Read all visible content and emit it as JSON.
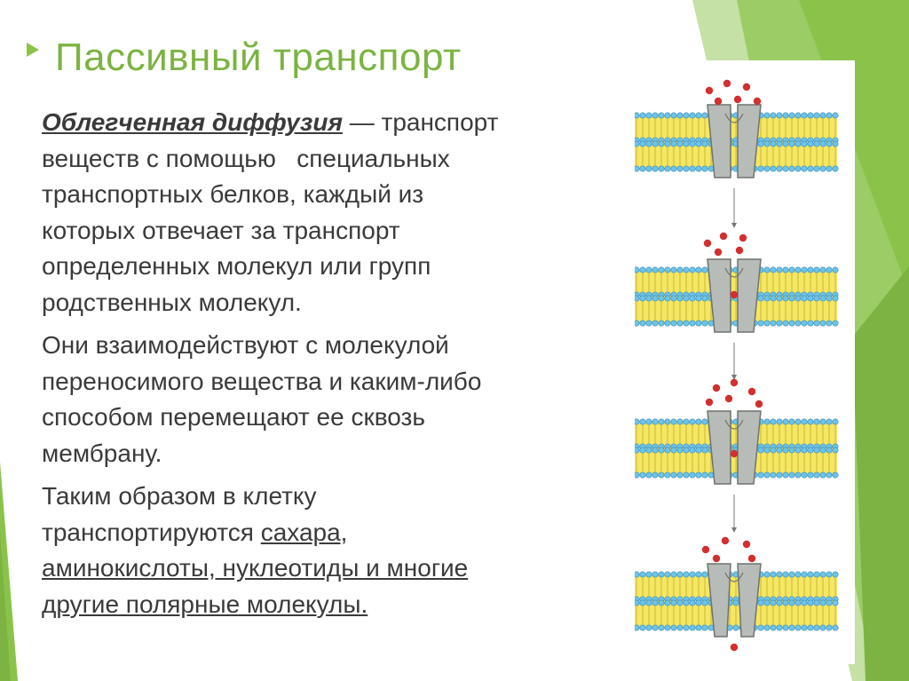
{
  "slide": {
    "title": "Пассивный транспорт",
    "paragraph1": {
      "term": "Облегченная диффузия",
      "dash": " — ",
      "lines": [
        "транспорт",
        "веществ с помощью   специальных",
        "транспортных белков, каждый из",
        "которых отвечает за транспорт",
        "определенных молекул или групп",
        "родственных молекул."
      ]
    },
    "paragraph2": {
      "lines": [
        "Они взаимодействуют с молекулой",
        "переносимого вещества и каким-либо",
        "способом перемещают ее сквозь",
        "мембрану."
      ]
    },
    "paragraph3": {
      "line1": "Таким образом в клетку",
      "line2_plain": "транспортируются ",
      "line2_link": "сахара,",
      "line3": "аминокислоты, нуклеотиды и многие",
      "line4": "другие полярные молекулы."
    }
  },
  "colors": {
    "title": "#7cb342",
    "text": "#3a3a3a",
    "accent_green": "#8bc34a",
    "light_green": "#c5e1a5",
    "lipid_yellow": "#f5e663",
    "lipid_head_blue": "#6ec3e6",
    "protein_gray": "#b8bcb8",
    "molecule_red": "#d32f2f"
  },
  "illustration": {
    "description_icons": [
      "membrane-bilayer",
      "channel-protein",
      "solute-molecule",
      "down-arrow"
    ],
    "stages": 4
  }
}
